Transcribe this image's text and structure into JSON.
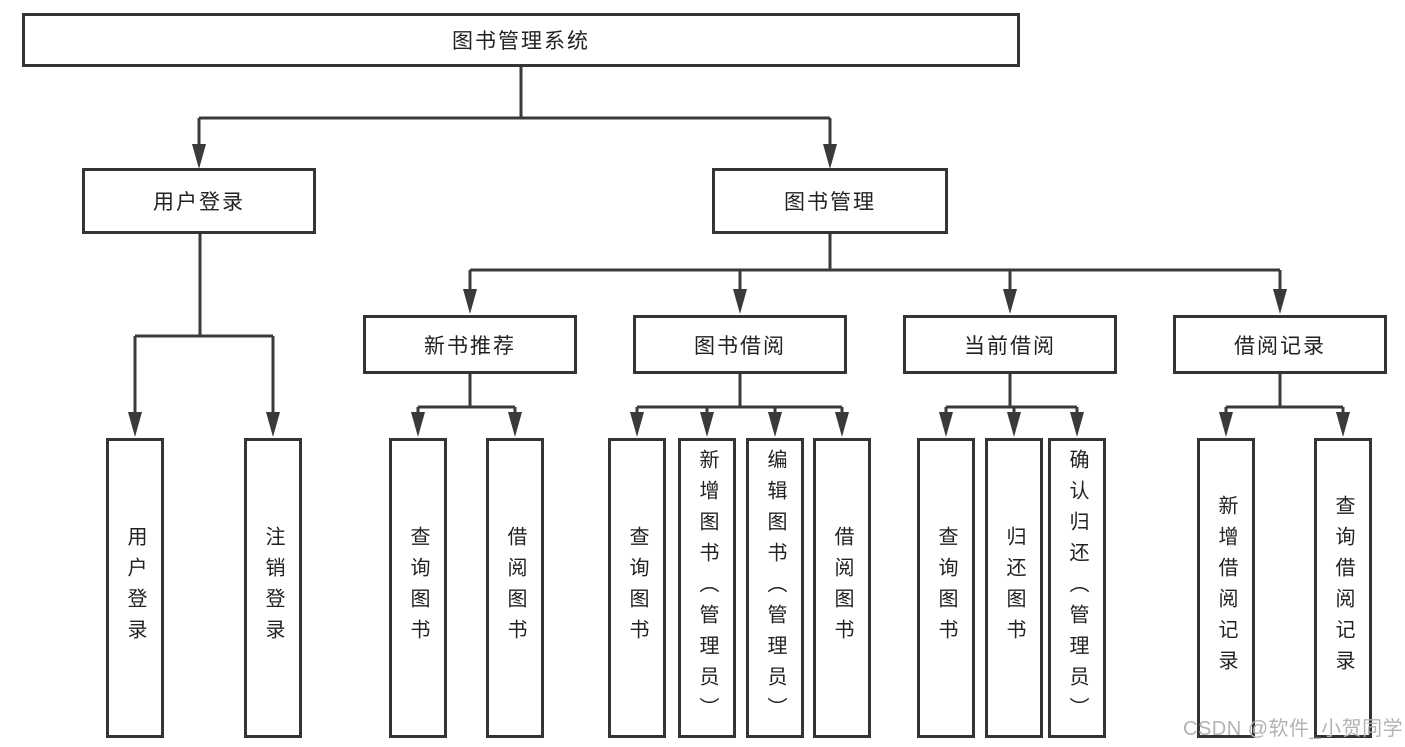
{
  "tree": {
    "root": {
      "label": "图书管理系统"
    },
    "level2": [
      {
        "label": "用户登录",
        "parent": "图书管理系统"
      },
      {
        "label": "图书管理",
        "parent": "图书管理系统"
      }
    ],
    "level3": [
      {
        "label": "新书推荐",
        "parent": "图书管理"
      },
      {
        "label": "图书借阅",
        "parent": "图书管理"
      },
      {
        "label": "当前借阅",
        "parent": "图书管理"
      },
      {
        "label": "借阅记录",
        "parent": "图书管理"
      }
    ],
    "leaves": [
      {
        "label": "用户登录",
        "parent": "用户登录"
      },
      {
        "label": "注销登录",
        "parent": "用户登录"
      },
      {
        "label": "查询图书",
        "parent": "新书推荐"
      },
      {
        "label": "借阅图书",
        "parent": "新书推荐"
      },
      {
        "label": "查询图书",
        "parent": "图书借阅"
      },
      {
        "label": "新增图书（管理员）",
        "parent": "图书借阅"
      },
      {
        "label": "编辑图书（管理员）",
        "parent": "图书借阅"
      },
      {
        "label": "借阅图书",
        "parent": "图书借阅"
      },
      {
        "label": "查询图书",
        "parent": "当前借阅"
      },
      {
        "label": "归还图书",
        "parent": "当前借阅"
      },
      {
        "label": "确认归还（管理员）",
        "parent": "当前借阅"
      },
      {
        "label": "新增借阅记录",
        "parent": "借阅记录"
      },
      {
        "label": "查询借阅记录",
        "parent": "借阅记录"
      }
    ]
  },
  "watermark": {
    "text": "CSDN @软件_小贺同学",
    "color": "#b3b3b3"
  },
  "colors": {
    "line": "#3a3a3a",
    "box_border": "#343434",
    "text": "#222222",
    "background": "#ffffff"
  }
}
